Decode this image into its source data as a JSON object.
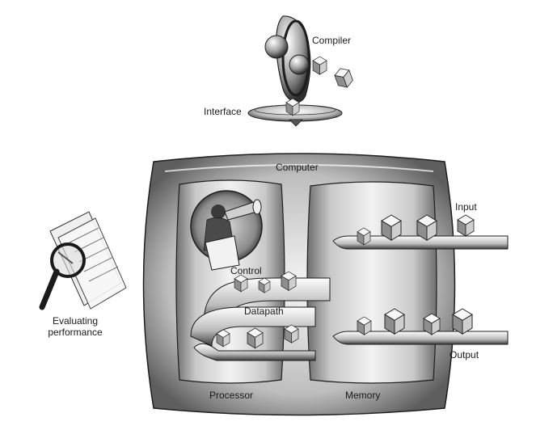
{
  "labels": {
    "compiler": "Compiler",
    "interface": "Interface",
    "computer": "Computer",
    "input": "Input",
    "control": "Control",
    "datapath": "Datapath",
    "output": "Output",
    "processor": "Processor",
    "memory": "Memory",
    "evaluating_line1": "Evaluating",
    "evaluating_line2": "performance"
  },
  "colors": {
    "ink": "#1a1a1a",
    "shade_dark": "#6e6e6e",
    "shade_mid": "#a9a9a9",
    "shade_light": "#e6e6e6",
    "paper": "#ffffff"
  }
}
